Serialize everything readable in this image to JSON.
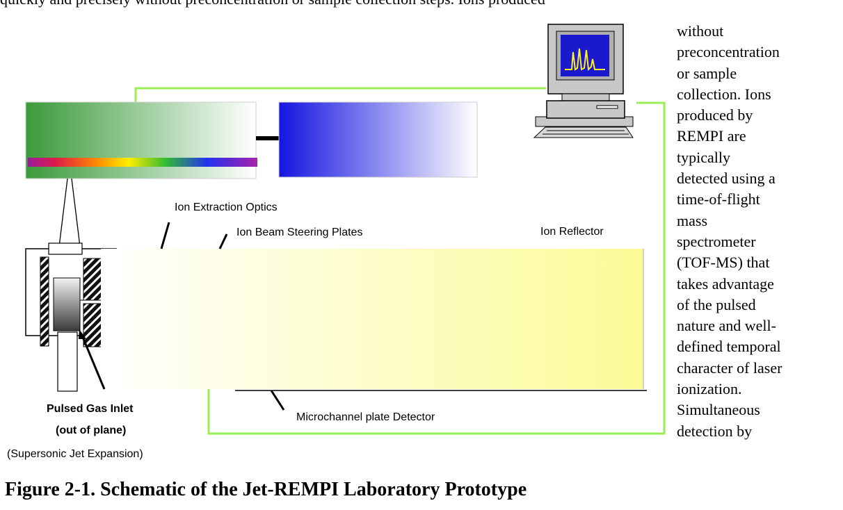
{
  "top_line": "quickly and precisely without preconcentration or sample collection steps. Ions produced",
  "side_text": [
    "without",
    "preconcentration",
    "or sample",
    "collection. Ions",
    "produced by",
    "REMPI are",
    "typically",
    "detected using a",
    "time-of-flight",
    "mass",
    "spectrometer",
    "(TOF-MS) that",
    "takes advantage",
    "of the pulsed",
    "nature and well-",
    "defined temporal",
    "character of laser",
    "ionization.",
    "Simultaneous",
    "detection by"
  ],
  "figure": {
    "labels": {
      "ion_extraction_optics": "Ion Extraction Optics",
      "ion_beam_steering_plates": "Ion Beam Steering Plates",
      "ion_reflector": "Ion Reflector",
      "pulsed_gas_inlet": "Pulsed Gas Inlet",
      "out_of_plane": "(out of plane)",
      "supersonic_jet": "(Supersonic Jet Expansion)",
      "mcp_detector": "Microchannel plate Detector"
    },
    "caption": "Figure 2-1.  Schematic of the Jet-REMPI Laboratory Prototype",
    "colors": {
      "signal_line": "#99ee55",
      "laser_green": "#3a9a3a",
      "blue_box": "#1515e0",
      "reflector_yellow": "#fbfb96",
      "screen_blue": "#1a1acc",
      "spectrum_yellow": "#ffee22"
    }
  }
}
